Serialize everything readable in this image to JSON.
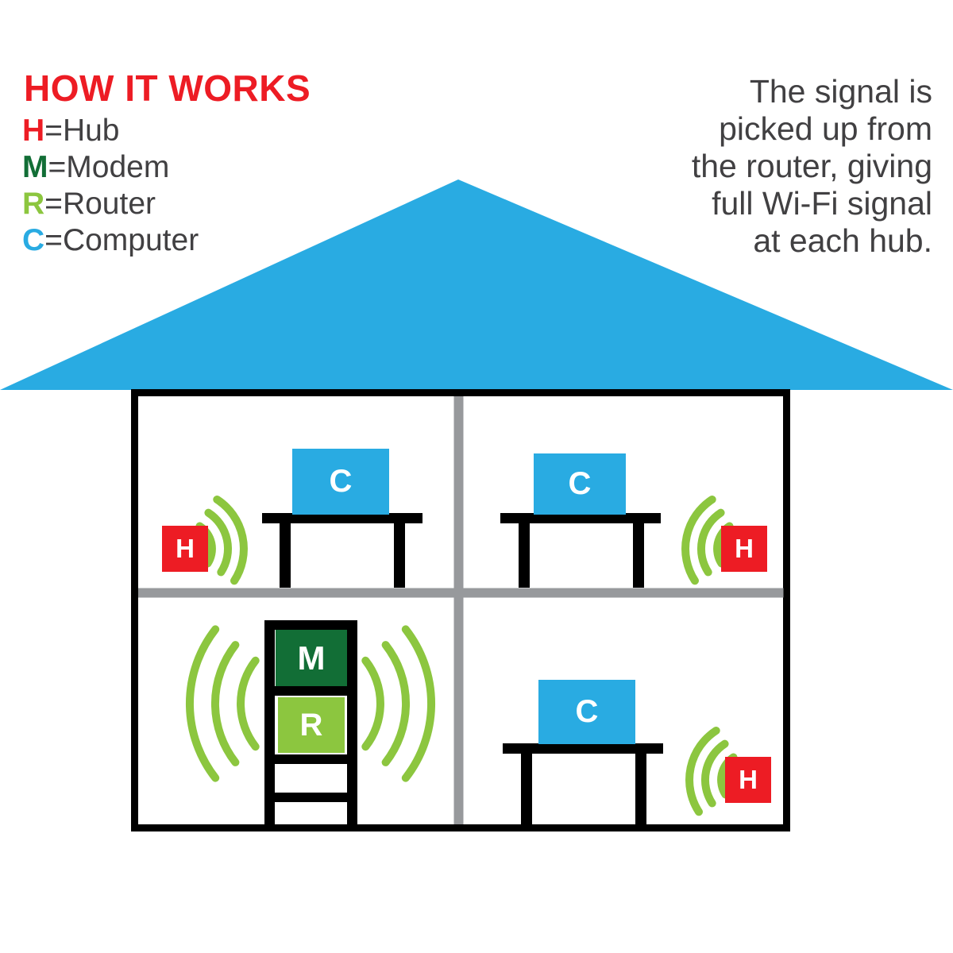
{
  "title": "HOW IT WORKS",
  "legend": {
    "separator": "=",
    "items": [
      {
        "letter": "H",
        "name": "Hub"
      },
      {
        "letter": "M",
        "name": "Modem"
      },
      {
        "letter": "R",
        "name": "Router"
      },
      {
        "letter": "C",
        "name": "Computer"
      }
    ]
  },
  "annotation": {
    "text": "The signal is picked up from the router, giving full Wi-Fi signal at each hub.",
    "lines": [
      "The signal is",
      "picked up from",
      "the router, giving",
      "full Wi-Fi signal",
      "at each hub."
    ]
  },
  "labels": {
    "hub": "H",
    "modem": "M",
    "router": "R",
    "computer": "C"
  },
  "colors": {
    "red": "#ed1c24",
    "blue": "#29abe2",
    "darkgreen": "#126e36",
    "lightgreen": "#8cc63f",
    "ink": "#000000",
    "gray": "#97999c",
    "textdark": "#414042"
  }
}
